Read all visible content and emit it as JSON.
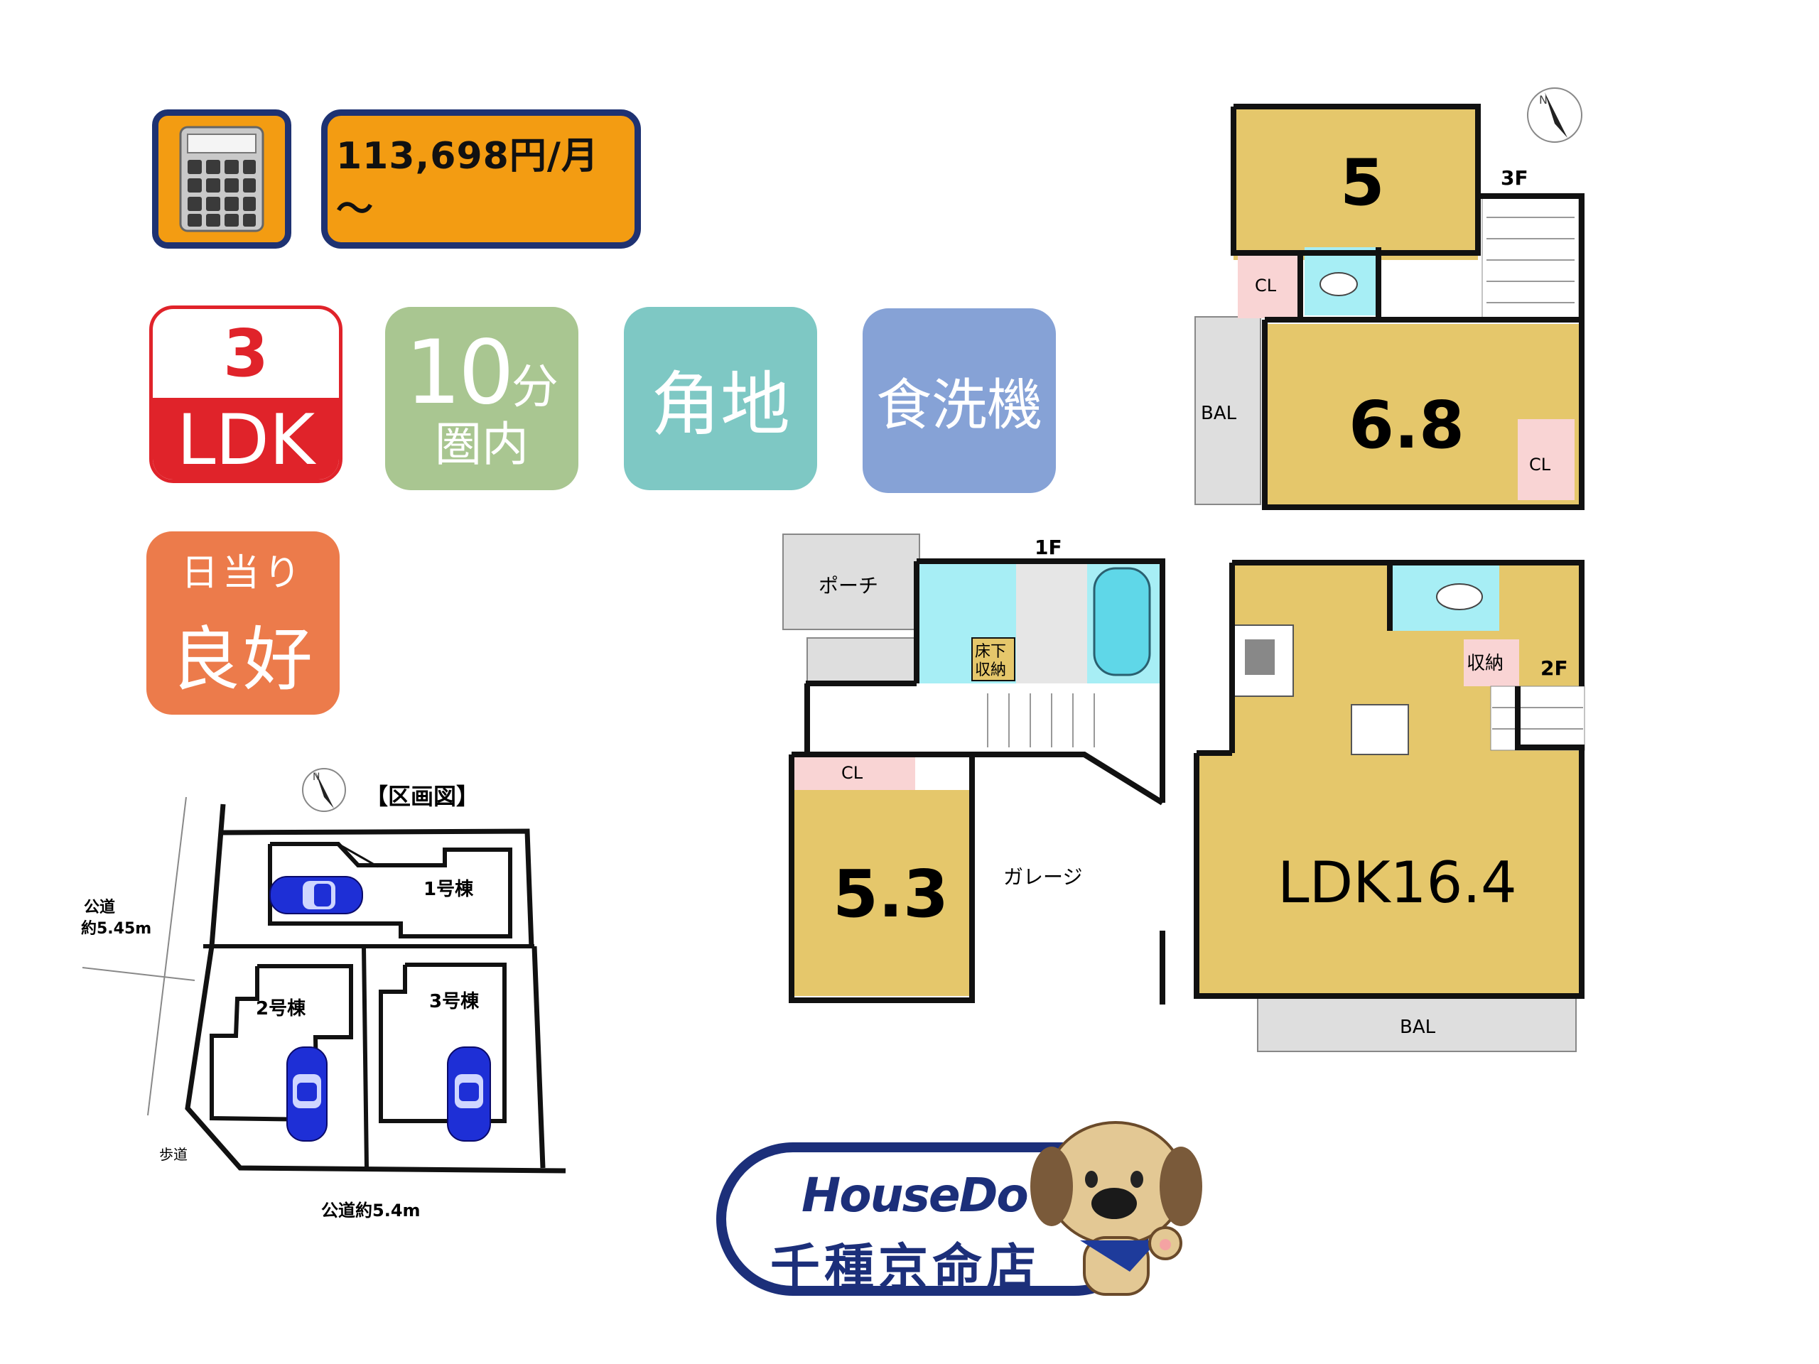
{
  "price": {
    "text": "113,698円/月～"
  },
  "icons": {
    "calculator": "calculator-icon",
    "compass": "compass-icon",
    "mascot": "dog-mascot"
  },
  "badges": {
    "ldk_number": "3",
    "ldk_label": "LDK",
    "walk_number": "10",
    "walk_unit": "分",
    "walk_sub": "圏内",
    "corner": "角地",
    "dishwasher": "食洗機",
    "sun_sub": "日当り",
    "sun_main": "良好"
  },
  "colors": {
    "navy": "#1e3272",
    "orange": "#f39c12",
    "red": "#e0232a",
    "green": "#a9c691",
    "teal": "#7ec8c4",
    "blue": "#86a2d6",
    "coral": "#ec7b4b",
    "room": "#e5c76b",
    "water": "#a7eef5",
    "closet": "#f9d4d4",
    "balcony": "#dedede"
  },
  "site_plan": {
    "title": "【区画図】",
    "road_west_line1": "公道",
    "road_west_line2": "約5.45m",
    "road_south": "公道約5.4m",
    "sidewalk": "歩道",
    "lots": [
      "1号棟",
      "2号棟",
      "3号棟"
    ]
  },
  "floor3": {
    "label": "3F",
    "room_a": "5",
    "room_b": "6.8",
    "closet_a": "CL",
    "closet_b": "CL",
    "balcony": "BAL"
  },
  "floor2": {
    "label": "2F",
    "ldk": "LDK16.4",
    "storage": "収納",
    "balcony": "BAL"
  },
  "floor1": {
    "label": "1F",
    "porch": "ポーチ",
    "underfloor_line1": "床下",
    "underfloor_line2": "収納",
    "closet": "CL",
    "room": "5.3",
    "garage": "ガレージ"
  },
  "store": {
    "brand": "HouseDo",
    "name": "千種京命店"
  }
}
